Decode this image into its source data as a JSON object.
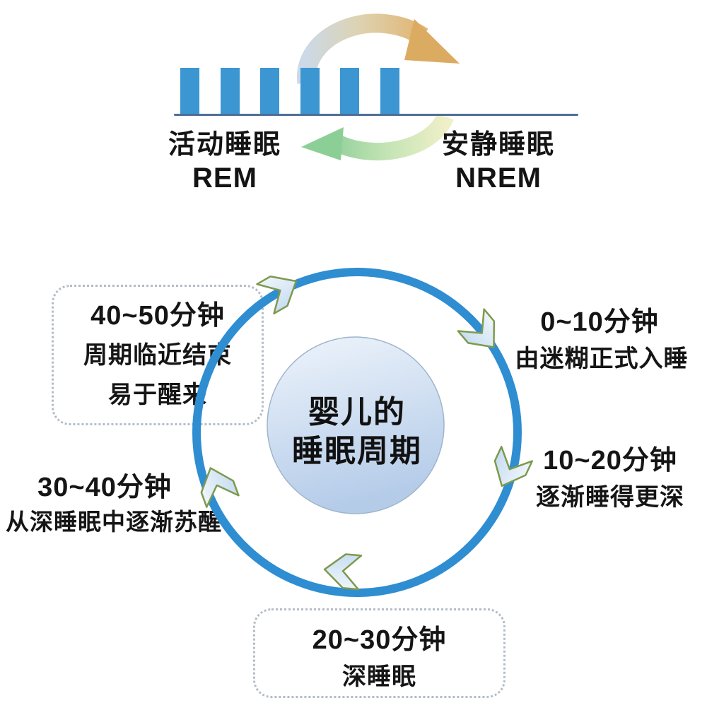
{
  "header": {
    "bars_count": 6,
    "left_label": {
      "title": "活动睡眠",
      "subtitle": "REM"
    },
    "right_label": {
      "title": "安静睡眠",
      "subtitle": "NREM"
    }
  },
  "cycle": {
    "center": {
      "line1": "婴儿的",
      "line2": "睡眠周期"
    },
    "stages": [
      {
        "time": "0~10分钟",
        "desc": "由迷糊正式入睡",
        "position": "top-right",
        "boxed": false
      },
      {
        "time": "10~20分钟",
        "desc": "逐渐睡得更深",
        "position": "right",
        "boxed": false
      },
      {
        "time": "20~30分钟",
        "desc": "深睡眠",
        "position": "bottom",
        "boxed": true
      },
      {
        "time": "30~40分钟",
        "desc": "从深睡眠中逐渐苏醒",
        "position": "left",
        "boxed": false
      },
      {
        "time": "40~50分钟",
        "desc": "周期临近结束",
        "desc2": "易于醒来",
        "position": "top-left",
        "boxed": true
      }
    ]
  },
  "colors": {
    "ring_blue": "#2f8dd1",
    "bar_blue": "#3b96d2",
    "baseline": "#4e6f96",
    "arrow_fill_light": "#e9f1fa",
    "arrow_fill_dark": "#c9def2",
    "arrow_stroke": "#7d9a4e",
    "cycle_arc_orange": "#e0b06a",
    "cycle_arc_blue": "#c9d7e5",
    "cycle_arc_green": "#97d29d",
    "cycle_arc_yellow": "#efefc9",
    "box_border": "#b4bcc6",
    "text": "#151515",
    "center_fill_top": "#eef4fb",
    "center_fill_bottom": "#b5cce9"
  }
}
